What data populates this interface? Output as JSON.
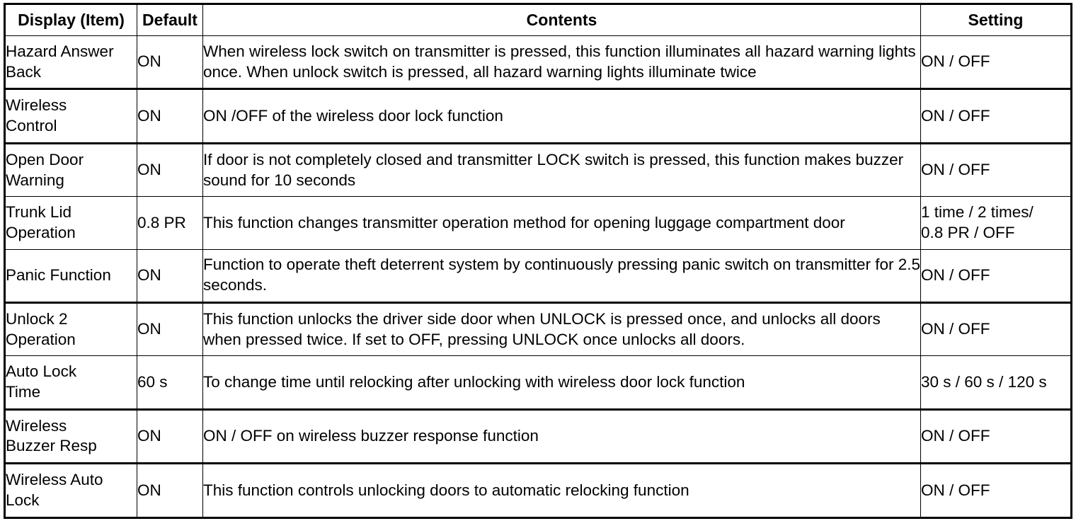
{
  "table": {
    "headers": {
      "item": "Display (Item)",
      "default": "Default",
      "contents": "Contents",
      "setting": "Setting"
    },
    "rows": [
      {
        "item": "Hazard Answer\nBack",
        "default": "ON",
        "contents": "When wireless lock switch on transmitter is pressed, this function illuminates all hazard warning lights once. When unlock switch is pressed, all hazard warning lights illuminate twice",
        "setting": "ON / OFF",
        "thick_bottom": true
      },
      {
        "item": "Wireless\nControl",
        "default": "ON",
        "contents": "ON /OFF of the wireless door lock function",
        "setting": "ON / OFF",
        "thick_bottom": true
      },
      {
        "item": "Open Door\nWarning",
        "default": "ON",
        "contents": "If door is not completely closed and transmitter LOCK switch is pressed, this function makes buzzer sound for 10 seconds",
        "setting": "ON / OFF",
        "thick_bottom": false
      },
      {
        "item": "Trunk Lid\nOperation",
        "default": "0.8 PR",
        "contents": "This function changes transmitter operation method for opening luggage compartment door",
        "setting": "1 time / 2 times/\n0.8 PR / OFF",
        "thick_bottom": false
      },
      {
        "item": "Panic Function",
        "default": "ON",
        "contents": "Function to operate theft deterrent system by continuously pressing panic switch on transmitter for 2.5 seconds.",
        "setting": "ON / OFF",
        "thick_bottom": true
      },
      {
        "item": "Unlock 2\nOperation",
        "default": "ON",
        "contents": "This function unlocks the driver side door when UNLOCK is pressed once, and unlocks all doors when pressed twice. If set to OFF, pressing UNLOCK once unlocks all doors.",
        "setting": "ON / OFF",
        "thick_bottom": false
      },
      {
        "item": "Auto Lock\nTime",
        "default": "60 s",
        "contents": "To change time until relocking after unlocking with wireless door lock function",
        "setting": "30 s / 60 s / 120 s",
        "thick_bottom": true
      },
      {
        "item": "Wireless\nBuzzer Resp",
        "default": "ON",
        "contents": "ON / OFF on wireless buzzer response function",
        "setting": "ON / OFF",
        "thick_bottom": true
      },
      {
        "item": "Wireless Auto\nLock",
        "default": "ON",
        "contents": "This function controls unlocking doors to automatic relocking function",
        "setting": "ON / OFF",
        "thick_bottom": false
      }
    ]
  },
  "style": {
    "border_color": "#000000",
    "background": "#ffffff",
    "text_color": "#000000"
  }
}
